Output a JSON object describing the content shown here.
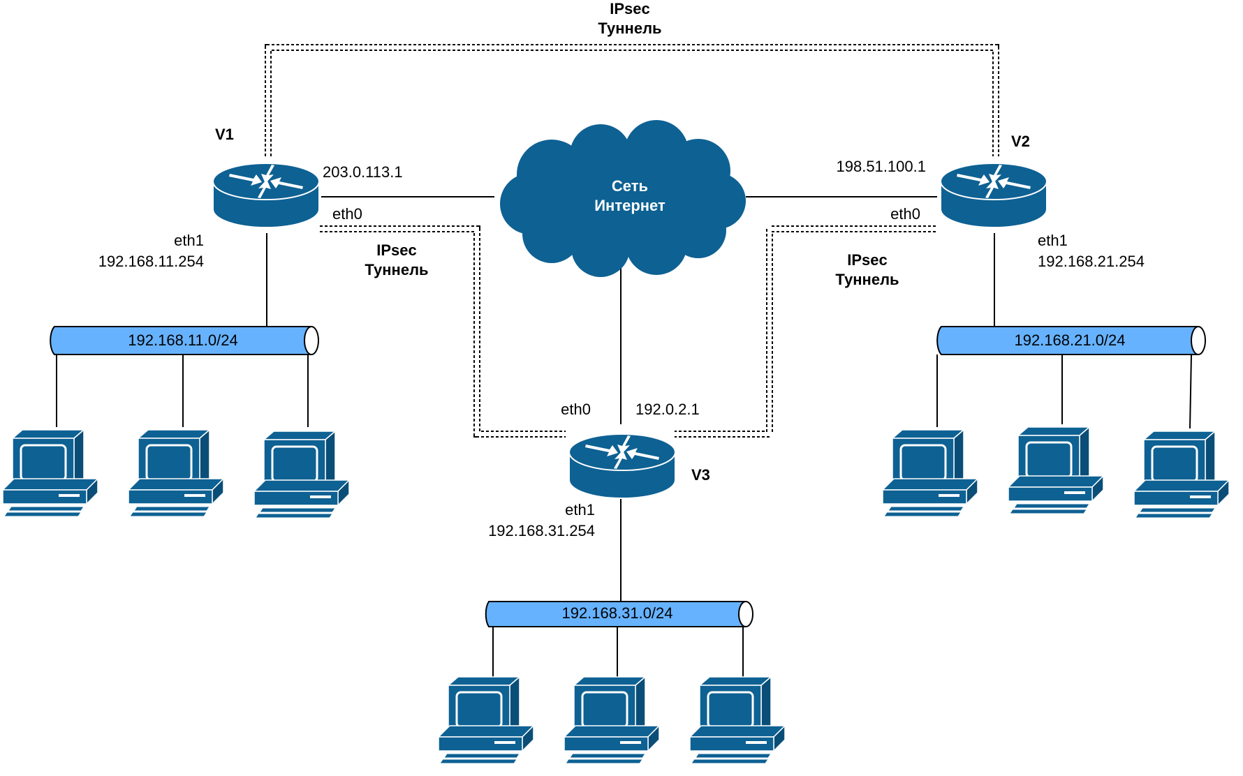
{
  "colors": {
    "device": "#0E6193",
    "device_dark": "#0A4E78",
    "bus_fill": "#66B2FF",
    "line": "#000000"
  },
  "internet": {
    "label_line1": "Сеть",
    "label_line2": "Интернет",
    "icon": "cloud-icon"
  },
  "routers": {
    "v1": {
      "name": "V1",
      "eth0_label": "eth0",
      "public_ip": "203.0.113.1",
      "eth1_label": "eth1",
      "lan_ip": "192.168.11.254",
      "icon": "router-icon"
    },
    "v2": {
      "name": "V2",
      "eth0_label": "eth0",
      "public_ip": "198.51.100.1",
      "eth1_label": "eth1",
      "lan_ip": "192.168.21.254",
      "icon": "router-icon"
    },
    "v3": {
      "name": "V3",
      "eth0_label": "eth0",
      "public_ip": "192.0.2.1",
      "eth1_label": "eth1",
      "lan_ip": "192.168.31.254",
      "icon": "router-icon"
    }
  },
  "networks": {
    "lan1": {
      "subnet": "192.168.11.0/24"
    },
    "lan2": {
      "subnet": "192.168.21.0/24"
    },
    "lan3": {
      "subnet": "192.168.31.0/24"
    }
  },
  "tunnels": {
    "top": {
      "line1": "IPsec",
      "line2": "Туннель"
    },
    "v1_v3": {
      "line1": "IPsec",
      "line2": "Туннель"
    },
    "v2_v3": {
      "line1": "IPsec",
      "line2": "Туннель"
    }
  },
  "workstation_icon": "workstation-icon"
}
